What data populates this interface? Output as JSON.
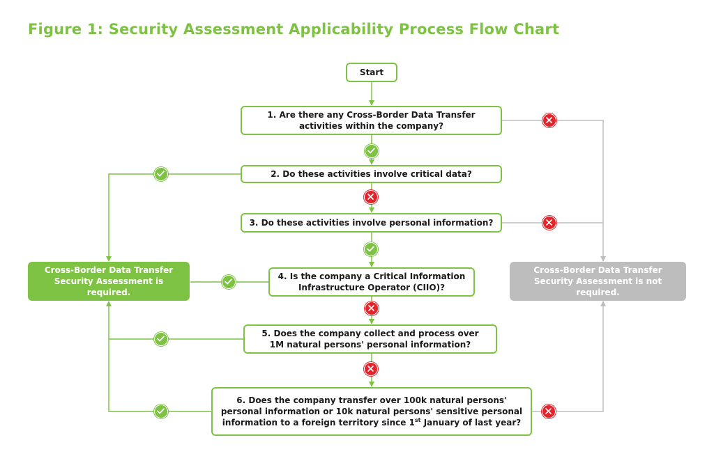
{
  "title": "Figure 1: Security Assessment Applicability Process Flow Chart",
  "nodes": {
    "start": "Start",
    "q1": [
      "1. Are there any Cross-Border Data Transfer",
      "activities within the company?"
    ],
    "q2": "2. Do these activities involve critical data?",
    "q3": "3. Do these activities involve personal information?",
    "q4": [
      "4. Is the company a Critical Information",
      "Infrastructure Operator (CIIO)?"
    ],
    "q5": [
      "5. Does the company collect and process over",
      "1M natural persons' personal information?"
    ],
    "q6": [
      "6. Does the company transfer over 100k natural persons'",
      "personal information or 10k natural persons' sensitive personal",
      "information to a foreign territory since 1",
      "st",
      " January of last year?"
    ]
  },
  "outcomes": {
    "required": [
      "Cross-Border Data Transfer",
      "Security Assessment is required."
    ],
    "not_required": [
      "Cross-Border Data Transfer Security",
      "Assessment is not required."
    ]
  },
  "badges": {
    "yes_icon": "check-icon",
    "no_icon": "cross-icon"
  },
  "colors": {
    "green": "#7dc242",
    "red": "#e3242b",
    "gray": "#bdbdbd",
    "text": "#1a1a1a"
  }
}
